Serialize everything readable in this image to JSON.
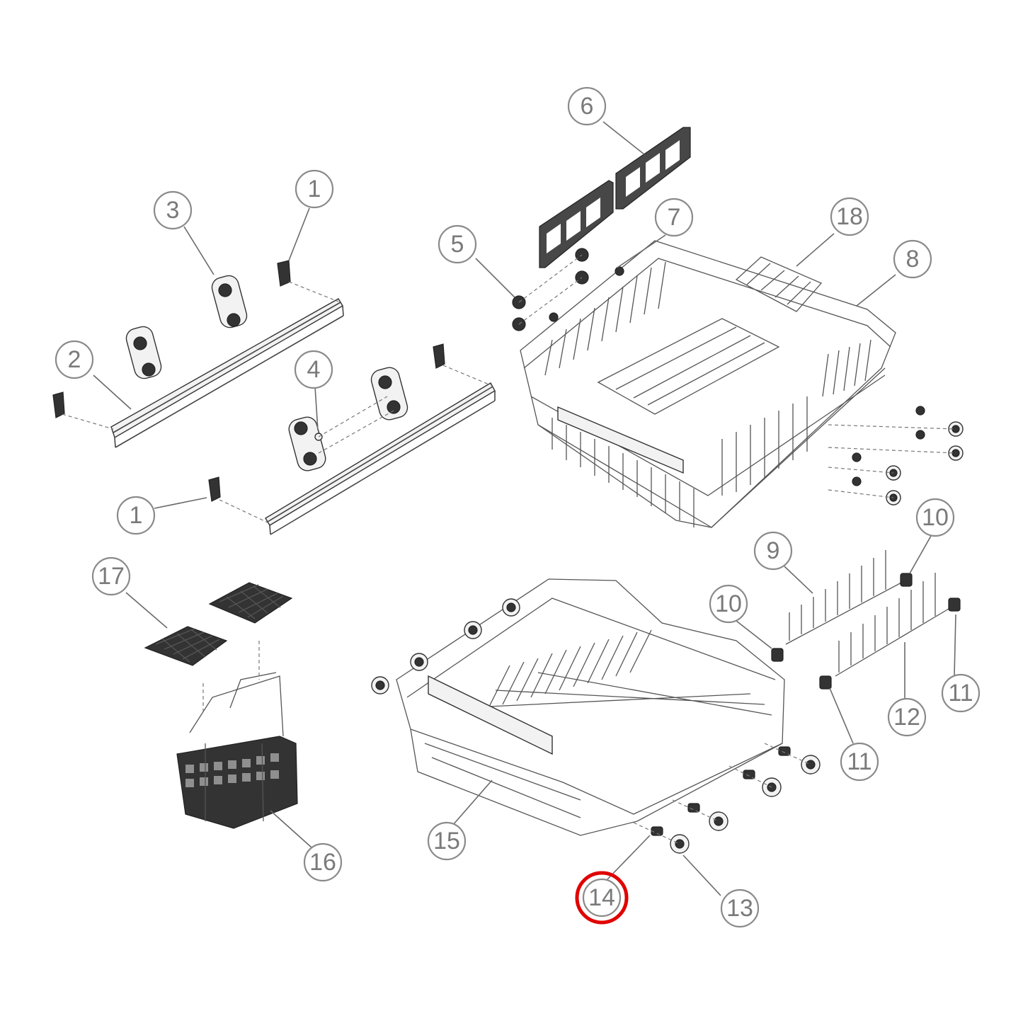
{
  "highlight_color": "#e00000",
  "callouts": [
    {
      "id": "c1a",
      "label": "1"
    },
    {
      "id": "c1b",
      "label": "1"
    },
    {
      "id": "c2",
      "label": "2"
    },
    {
      "id": "c3",
      "label": "3"
    },
    {
      "id": "c4",
      "label": "4"
    },
    {
      "id": "c5",
      "label": "5"
    },
    {
      "id": "c6",
      "label": "6"
    },
    {
      "id": "c7",
      "label": "7"
    },
    {
      "id": "c8",
      "label": "8"
    },
    {
      "id": "c9",
      "label": "9"
    },
    {
      "id": "c10a",
      "label": "10"
    },
    {
      "id": "c10b",
      "label": "10"
    },
    {
      "id": "c11a",
      "label": "11"
    },
    {
      "id": "c11b",
      "label": "11"
    },
    {
      "id": "c12",
      "label": "12"
    },
    {
      "id": "c13",
      "label": "13"
    },
    {
      "id": "c14",
      "label": "14",
      "highlighted": true
    },
    {
      "id": "c15",
      "label": "15"
    },
    {
      "id": "c16",
      "label": "16"
    },
    {
      "id": "c17",
      "label": "17"
    },
    {
      "id": "c18",
      "label": "18"
    }
  ]
}
